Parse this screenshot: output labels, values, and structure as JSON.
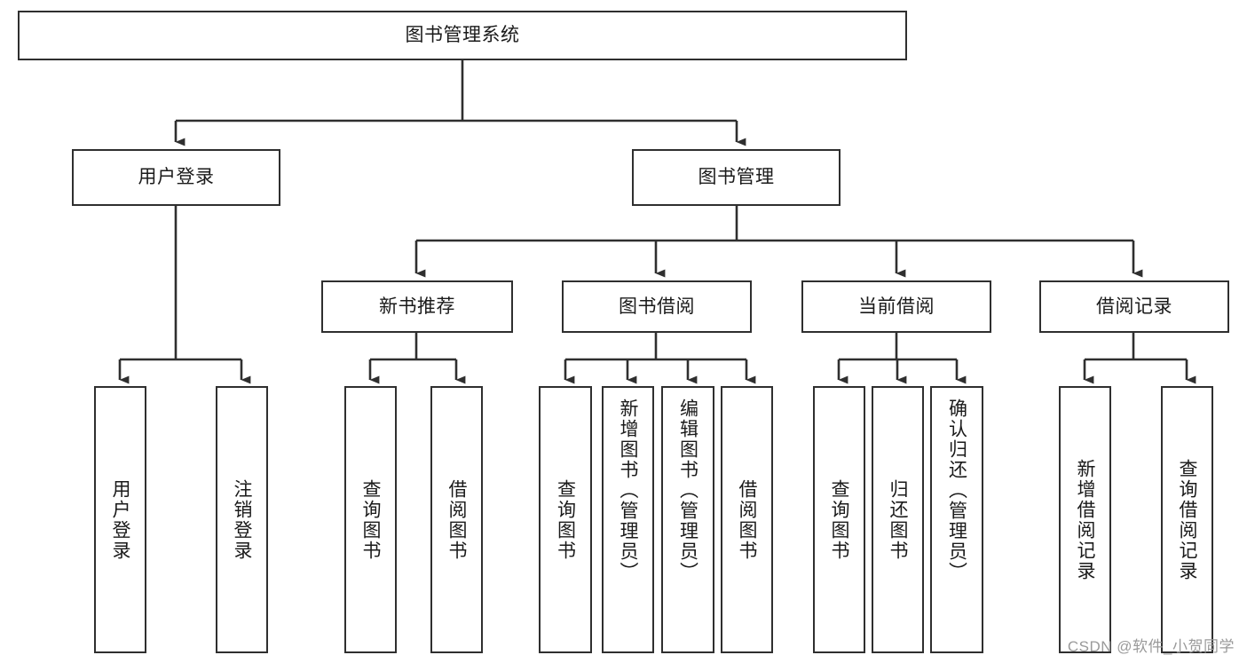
{
  "diagram": {
    "title": "图书管理系统",
    "type": "hierarchy-tree",
    "orientation": "top-down",
    "line_color": "#2f2f2f",
    "box_fill": "#ffffff",
    "text_color": "#1a1a1a",
    "levels": [
      {
        "level": 1,
        "nodes": [
          {
            "id": "root",
            "label": "图书管理系统"
          }
        ]
      },
      {
        "level": 2,
        "nodes": [
          {
            "id": "login",
            "label": "用户登录"
          },
          {
            "id": "bookmgmt",
            "label": "图书管理"
          }
        ]
      },
      {
        "level": 3,
        "nodes": [
          {
            "id": "newbook",
            "label": "新书推荐"
          },
          {
            "id": "borrow",
            "label": "图书借阅"
          },
          {
            "id": "current",
            "label": "当前借阅"
          },
          {
            "id": "records",
            "label": "借阅记录"
          }
        ]
      },
      {
        "level": 4,
        "nodes": [
          {
            "id": "leaf1",
            "parent": "login",
            "label": "用户登录"
          },
          {
            "id": "leaf2",
            "parent": "login",
            "label": "注销登录"
          },
          {
            "id": "leaf3",
            "parent": "newbook",
            "label": "查询图书"
          },
          {
            "id": "leaf4",
            "parent": "newbook",
            "label": "借阅图书"
          },
          {
            "id": "leaf5",
            "parent": "borrow",
            "label": "查询图书"
          },
          {
            "id": "leaf6",
            "parent": "borrow",
            "label": "新增图书（管理员）"
          },
          {
            "id": "leaf7",
            "parent": "borrow",
            "label": "编辑图书（管理员）"
          },
          {
            "id": "leaf8",
            "parent": "borrow",
            "label": "借阅图书"
          },
          {
            "id": "leaf9",
            "parent": "current",
            "label": "查询图书"
          },
          {
            "id": "leaf10",
            "parent": "current",
            "label": "归还图书"
          },
          {
            "id": "leaf11",
            "parent": "current",
            "label": "确认归还（管理员）"
          },
          {
            "id": "leaf12",
            "parent": "records",
            "label": "新增借阅记录"
          },
          {
            "id": "leaf13",
            "parent": "records",
            "label": "查询借阅记录"
          }
        ]
      }
    ]
  },
  "watermark": {
    "text": "CSDN @软件_小贺同学"
  }
}
